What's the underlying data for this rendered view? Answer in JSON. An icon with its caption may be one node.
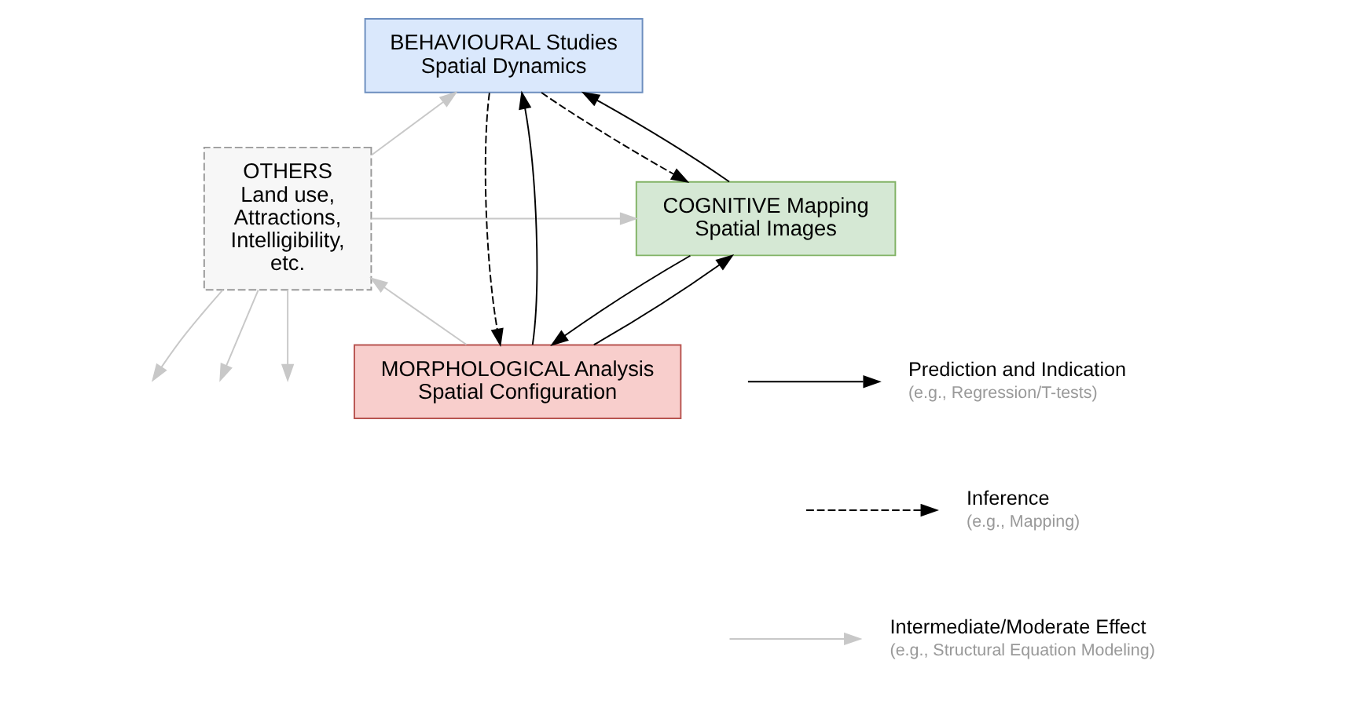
{
  "diagram": {
    "nodes": [
      {
        "text": [
          "BEHAVIOURAL Studies",
          "Spatial Dynamics"
        ]
      },
      {
        "text": [
          "OTHERS",
          "Land use, Attractions, Intelligibility, etc."
        ]
      },
      {
        "text": [
          "COGNITIVE Mapping",
          "Spatial Images"
        ]
      },
      {
        "text": [
          "MORPHOLOGICAL Analysis",
          "Spatial Configuration"
        ]
      }
    ],
    "edges": [
      {
        "from": 1,
        "to": 0,
        "arrow": "to",
        "color": "#c8c8c8"
      },
      {
        "from": 1,
        "to": null,
        "arrow": "to",
        "color": "#c8c8c8"
      },
      {
        "from": 1,
        "to": 2,
        "arrow": "to",
        "color": "#c8c8c8"
      },
      {
        "from": 1,
        "to": null,
        "arrow": "to",
        "color": "#c8c8c8"
      },
      {
        "from": 1,
        "to": null,
        "arrow": "to",
        "color": "#c8c8c8"
      },
      {
        "from": 3,
        "to": 1,
        "arrow": "to",
        "color": "#c8c8c8"
      },
      {
        "from": 0,
        "to": 3,
        "arrow": "to",
        "style": "dashed",
        "color": "#000000"
      },
      {
        "from": 3,
        "to": 0,
        "arrow": "to",
        "color": "#000000"
      },
      {
        "from": 2,
        "to": 0,
        "arrow": "to",
        "color": "#000000"
      },
      {
        "from": 0,
        "to": 2,
        "arrow": "to",
        "style": "dashed",
        "color": "#000000"
      },
      {
        "from": 3,
        "to": 2,
        "arrow": "to",
        "color": "#000000"
      },
      {
        "from": 2,
        "to": 3,
        "arrow": "to",
        "color": "#000000"
      }
    ],
    "labels": [
      "(e.g., Regression/T-tests)",
      "(e.g., Mapping)",
      "(e.g., Structural Equation Modeling)"
    ],
    "legend": [
      {
        "text": "Prediction and Indication"
      },
      {
        "text": "Inference"
      },
      {
        "text": "Intermediate/Moderate Effect"
      }
    ]
  }
}
